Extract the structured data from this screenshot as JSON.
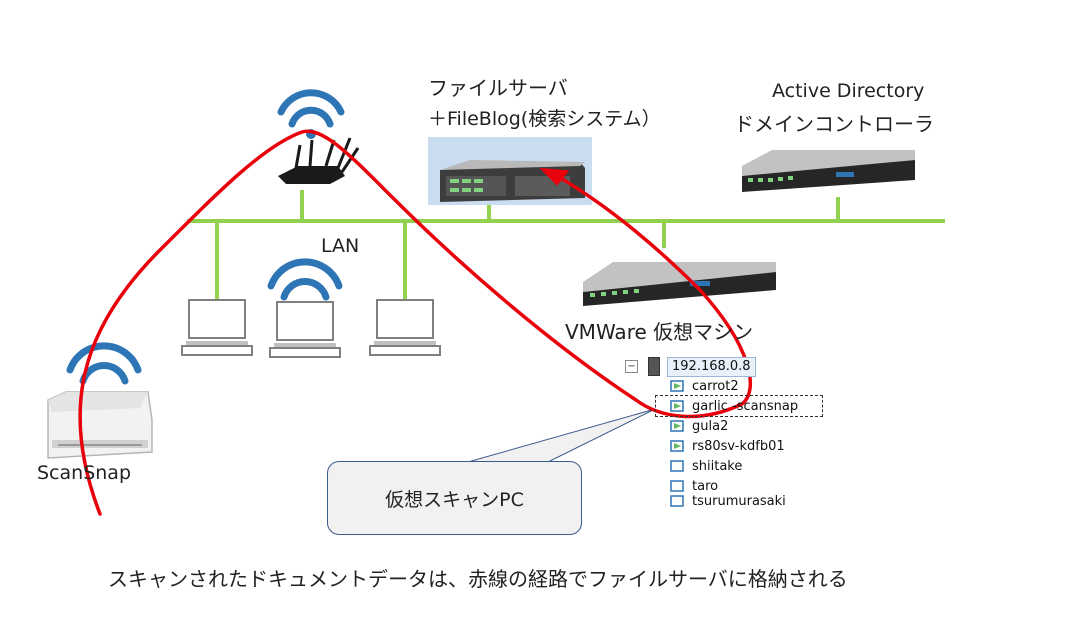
{
  "labels": {
    "file_server_line1": "ファイルサーバ",
    "file_server_line2": "＋FileBlog(検索システム）",
    "ad_line1": "Active Directory",
    "ad_line2": "ドメインコントローラ",
    "lan": "LAN",
    "vmware": "VMWare 仮想マシン",
    "scansnap": "ScanSnap",
    "callout": "仮想スキャンPC",
    "caption": "スキャンされたドキュメントデータは、赤線の経路でファイルサーバに格納される"
  },
  "vm_tree": {
    "host": "192.168.0.8",
    "collapse_symbol": "−",
    "items": [
      "carrot2",
      "garlic -scansnap",
      "gula2",
      "rs80sv-kdfb01",
      "shiitake",
      "taro",
      "tsurumurasaki"
    ]
  },
  "colors": {
    "lan_line": "#92d050",
    "route": "#e8000b",
    "wifi": "#2e75b6",
    "callout_border": "#3a5a8c"
  }
}
